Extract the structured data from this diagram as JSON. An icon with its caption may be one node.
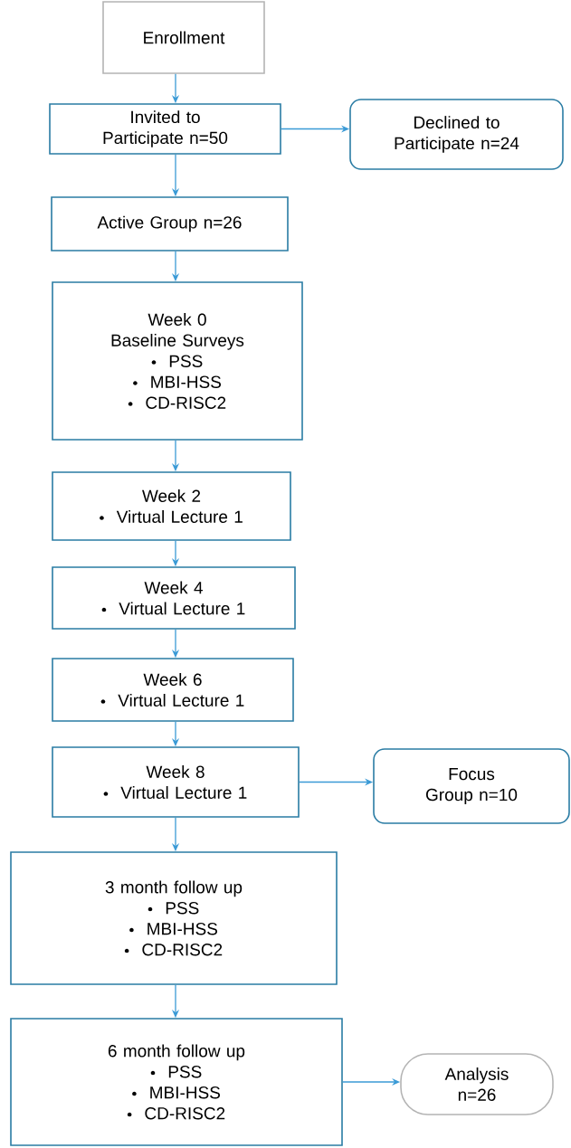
{
  "diagram": {
    "nodes": [
      {
        "text": [
          "Enrollment"
        ]
      },
      {
        "text": [
          "Invited to Participate n=50"
        ]
      },
      {
        "text": [
          "Declined to Participate n=24"
        ]
      },
      {
        "text": [
          "Active Group n=26"
        ]
      },
      {
        "text": [
          "Week 0",
          "Baseline Surveys",
          "PSS",
          "MBI-HSS",
          "CD-RISC2"
        ]
      },
      {
        "text": [
          "Week 2",
          "Virtual Lecture 1"
        ]
      },
      {
        "text": [
          "Week 4",
          "Virtual Lecture 1"
        ]
      },
      {
        "text": [
          "Week 6",
          "Virtual Lecture 1"
        ]
      },
      {
        "text": [
          "Week 8",
          "Virtual Lecture 1"
        ]
      },
      {
        "text": [
          "Focus Group n=10"
        ]
      },
      {
        "text": [
          "3 month follow up",
          "PSS",
          "MBI-HSS",
          "CD-RISC2"
        ]
      },
      {
        "text": [
          "6 month follow up",
          "PSS",
          "MBI-HSS",
          "CD-RISC2"
        ]
      },
      {
        "text": [
          "Analysis n=26"
        ]
      }
    ],
    "edges": [
      {
        "from": 0,
        "to": 1,
        "arrow": "to"
      },
      {
        "from": 1,
        "to": 2,
        "arrow": "to"
      },
      {
        "from": 1,
        "to": 3,
        "arrow": "to"
      },
      {
        "from": 3,
        "to": 4,
        "arrow": "to"
      },
      {
        "from": 4,
        "to": 5,
        "arrow": "to"
      },
      {
        "from": 5,
        "to": 6,
        "arrow": "to"
      },
      {
        "from": 6,
        "to": 7,
        "arrow": "to"
      },
      {
        "from": 7,
        "to": 8,
        "arrow": "to"
      },
      {
        "from": 8,
        "to": 9,
        "arrow": "to"
      },
      {
        "from": 8,
        "to": 10,
        "arrow": "to"
      },
      {
        "from": 10,
        "to": 11,
        "arrow": "to"
      },
      {
        "from": 11,
        "to": 12,
        "arrow": "to"
      }
    ]
  }
}
